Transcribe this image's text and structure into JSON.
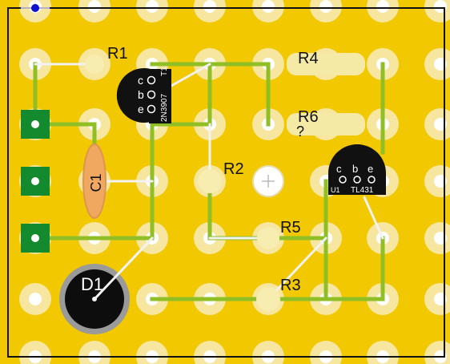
{
  "board": {
    "background": "#f2c800",
    "pad_ring": "#f6e6a0",
    "hole": "#ffffff",
    "trace": "#8fbf25",
    "wire": "#f2f2f2",
    "outline": "#111111",
    "marker": "#1010d0"
  },
  "labels": {
    "r1": "R1",
    "r2": "R2",
    "r3": "R3",
    "r4": "R4",
    "r5": "R5",
    "r6": "R6",
    "r6_value": "?",
    "c1": "C1",
    "d1": "D1"
  },
  "transistor": {
    "designator": "T1",
    "part": "2N3907",
    "pins": [
      "c",
      "b",
      "e"
    ]
  },
  "regulator": {
    "designator": "U1",
    "part": "TL431",
    "pins": [
      "c",
      "b",
      "e"
    ]
  },
  "connectors": {
    "count": 3,
    "color": "#138a2e"
  },
  "icons": {
    "origin": "crosshair-icon",
    "mount_hole": "plus-icon"
  }
}
